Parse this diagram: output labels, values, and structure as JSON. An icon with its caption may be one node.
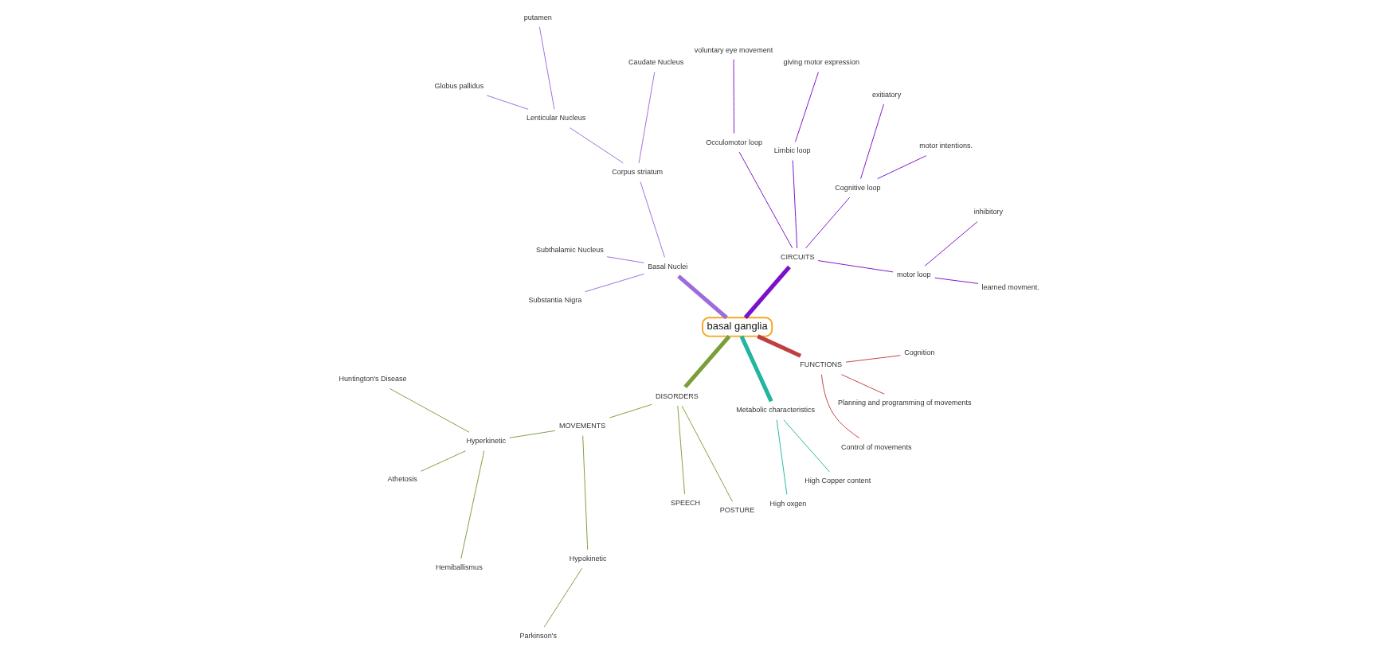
{
  "diagram": {
    "nodes": [
      {
        "text": [
          "basal ganglia"
        ]
      },
      {
        "text": [
          "CIRCUITS"
        ]
      },
      {
        "text": [
          "motor loop"
        ]
      },
      {
        "text": [
          "learned movment."
        ]
      },
      {
        "text": [
          "inhibitory"
        ]
      },
      {
        "text": [
          "Cognitive loop"
        ]
      },
      {
        "text": [
          "motor intentions."
        ]
      },
      {
        "text": [
          "exitiatory"
        ]
      },
      {
        "text": [
          "Limbic loop"
        ]
      },
      {
        "text": [
          "giving motor expression"
        ]
      },
      {
        "text": [
          "Occulomotor loop"
        ]
      },
      {
        "text": [
          "voluntary eye movement"
        ]
      },
      {
        "text": [
          "Basal Nuclei"
        ]
      },
      {
        "text": [
          "Corpus striatum"
        ]
      },
      {
        "text": [
          "Caudate Nucleus"
        ]
      },
      {
        "text": [
          "Lenticular Nucleus"
        ]
      },
      {
        "text": [
          "putamen"
        ]
      },
      {
        "text": [
          "Globus pallidus"
        ]
      },
      {
        "text": [
          "Subthalamic Nucleus"
        ]
      },
      {
        "text": [
          "Substantia Nigra"
        ]
      },
      {
        "text": [
          "DISORDERS"
        ]
      },
      {
        "text": [
          "MOVEMENTS"
        ]
      },
      {
        "text": [
          "Hyperkinetic"
        ]
      },
      {
        "text": [
          "Huntington's Disease"
        ]
      },
      {
        "text": [
          "Athetosis"
        ]
      },
      {
        "text": [
          "Hemiballismus"
        ]
      },
      {
        "text": [
          "Hypokinetic"
        ]
      },
      {
        "text": [
          "Parkinson's"
        ]
      },
      {
        "text": [
          "SPEECH"
        ]
      },
      {
        "text": [
          "POSTURE"
        ]
      },
      {
        "text": [
          "Metabolic characteristics"
        ]
      },
      {
        "text": [
          "High oxgen"
        ]
      },
      {
        "text": [
          "High Copper content"
        ]
      },
      {
        "text": [
          "FUNCTIONS"
        ]
      },
      {
        "text": [
          "Control of movements"
        ]
      },
      {
        "text": [
          "Planning and programming of movements"
        ]
      },
      {
        "text": [
          "Cognition"
        ]
      }
    ],
    "edges": [
      {
        "from": 0,
        "to": 1,
        "arrow": "none",
        "color": "#7a12c8",
        "style": "thick"
      },
      {
        "from": 1,
        "to": 2,
        "arrow": "none",
        "color": "#7a12c8"
      },
      {
        "from": 2,
        "to": 3,
        "arrow": "none",
        "color": "#7a12c8"
      },
      {
        "from": 2,
        "to": 4,
        "arrow": "none",
        "color": "#7a12c8"
      },
      {
        "from": 1,
        "to": 5,
        "arrow": "none",
        "color": "#7a12c8"
      },
      {
        "from": 5,
        "to": 6,
        "arrow": "none",
        "color": "#7a12c8"
      },
      {
        "from": 5,
        "to": 7,
        "arrow": "none",
        "color": "#7a12c8"
      },
      {
        "from": 1,
        "to": 8,
        "arrow": "none",
        "color": "#7a12c8"
      },
      {
        "from": 8,
        "to": 9,
        "arrow": "none",
        "color": "#7a12c8"
      },
      {
        "from": 1,
        "to": 10,
        "arrow": "none",
        "color": "#7a12c8"
      },
      {
        "from": 10,
        "to": 11,
        "arrow": "none",
        "color": "#7a12c8"
      },
      {
        "from": 0,
        "to": 12,
        "arrow": "none",
        "color": "#9d6bdc",
        "style": "thick"
      },
      {
        "from": 12,
        "to": 13,
        "arrow": "none",
        "color": "#9d6bdc"
      },
      {
        "from": 13,
        "to": 14,
        "arrow": "none",
        "color": "#9d6bdc"
      },
      {
        "from": 13,
        "to": 15,
        "arrow": "none",
        "color": "#9d6bdc"
      },
      {
        "from": 15,
        "to": 16,
        "arrow": "none",
        "color": "#9d6bdc"
      },
      {
        "from": 15,
        "to": 17,
        "arrow": "none",
        "color": "#9d6bdc"
      },
      {
        "from": 12,
        "to": 18,
        "arrow": "none",
        "color": "#9d6bdc"
      },
      {
        "from": 12,
        "to": 19,
        "arrow": "none",
        "color": "#9d6bdc"
      },
      {
        "from": 0,
        "to": 20,
        "arrow": "none",
        "color": "#7b9e3b",
        "style": "thick"
      },
      {
        "from": 20,
        "to": 21,
        "arrow": "none",
        "color": "#7b9e3b"
      },
      {
        "from": 21,
        "to": 22,
        "arrow": "none",
        "color": "#7b9e3b"
      },
      {
        "from": 22,
        "to": 23,
        "arrow": "none",
        "color": "#7b9e3b"
      },
      {
        "from": 22,
        "to": 24,
        "arrow": "none",
        "color": "#7b9e3b"
      },
      {
        "from": 22,
        "to": 25,
        "arrow": "none",
        "color": "#7b9e3b"
      },
      {
        "from": 21,
        "to": 26,
        "arrow": "none",
        "color": "#7b9e3b"
      },
      {
        "from": 26,
        "to": 27,
        "arrow": "none",
        "color": "#7b9e3b"
      },
      {
        "from": 20,
        "to": 28,
        "arrow": "none",
        "color": "#7b9e3b"
      },
      {
        "from": 20,
        "to": 29,
        "arrow": "none",
        "color": "#7b9e3b"
      },
      {
        "from": 0,
        "to": 30,
        "arrow": "none",
        "color": "#22b5a0",
        "style": "thick"
      },
      {
        "from": 30,
        "to": 31,
        "arrow": "none",
        "color": "#22b5a0"
      },
      {
        "from": 30,
        "to": 32,
        "arrow": "none",
        "color": "#22b5a0"
      },
      {
        "from": 0,
        "to": 33,
        "arrow": "none",
        "color": "#bf4040",
        "style": "thick"
      },
      {
        "from": 33,
        "to": 34,
        "arrow": "none",
        "color": "#bf4040"
      },
      {
        "from": 33,
        "to": 35,
        "arrow": "none",
        "color": "#bf4040"
      },
      {
        "from": 33,
        "to": 36,
        "arrow": "none",
        "color": "#bf4040"
      }
    ]
  }
}
